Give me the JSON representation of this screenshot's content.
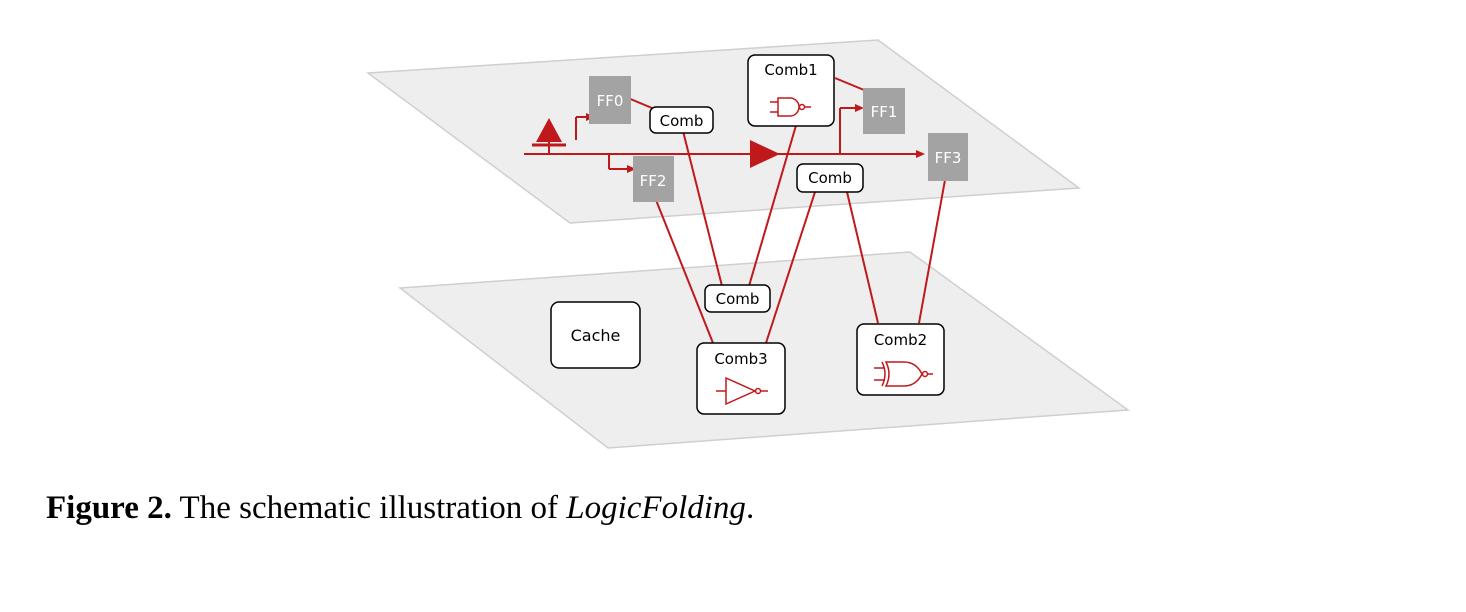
{
  "diagram": {
    "top_layer": {
      "flip_flops": {
        "ff0": "FF0",
        "ff1": "FF1",
        "ff2": "FF2",
        "ff3": "FF3"
      },
      "blocks": {
        "comb_left": "Comb",
        "comb1": "Comb1",
        "comb_right": "Comb"
      }
    },
    "bottom_layer": {
      "blocks": {
        "cache": "Cache",
        "comb_center": "Comb",
        "comb3": "Comb3",
        "comb2": "Comb2"
      }
    },
    "colors": {
      "wire": "#c0191b",
      "layer_fill": "#eeeeee",
      "layer_stroke": "#cfcfcf",
      "ff_fill": "#a3a3a3"
    }
  },
  "caption": {
    "label": "Figure 2.",
    "text": " The schematic illustration of ",
    "name": "LogicFolding",
    "end": "."
  }
}
